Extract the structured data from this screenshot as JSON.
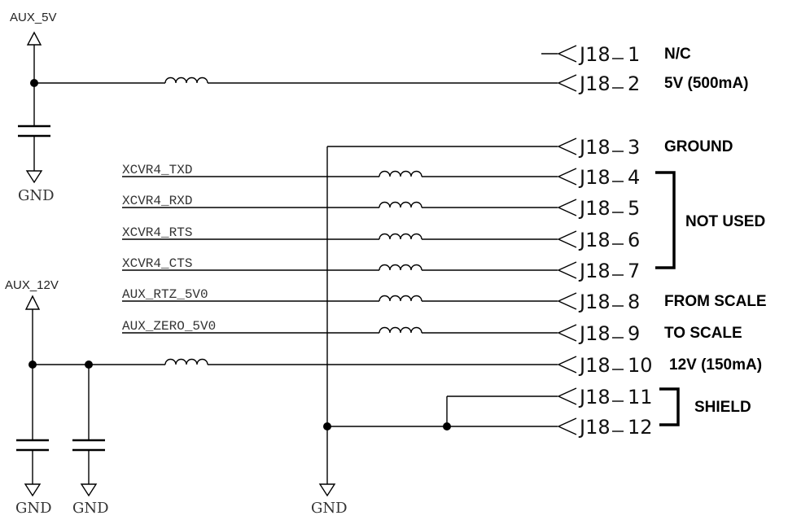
{
  "power_symbols": [
    {
      "label": "AUX_5V"
    },
    {
      "label": "AUX_12V"
    }
  ],
  "grounds": [
    "GND",
    "GND",
    "GND",
    "GND"
  ],
  "signals": [
    {
      "label": "XCVR4_TXD"
    },
    {
      "label": "XCVR4_RXD"
    },
    {
      "label": "XCVR4_RTS"
    },
    {
      "label": "XCVR4_CTS"
    },
    {
      "label": "AUX_RTZ_5V0"
    },
    {
      "label": "AUX_ZERO_5V0"
    }
  ],
  "connector": {
    "ref": "J18",
    "pins": [
      {
        "num": "1",
        "desc": "N/C"
      },
      {
        "num": "2",
        "desc": "5V (500mA)"
      },
      {
        "num": "3",
        "desc": "GROUND"
      },
      {
        "num": "4",
        "desc": ""
      },
      {
        "num": "5",
        "desc": ""
      },
      {
        "num": "6",
        "desc": ""
      },
      {
        "num": "7",
        "desc": ""
      },
      {
        "num": "8",
        "desc": "FROM SCALE"
      },
      {
        "num": "9",
        "desc": "TO SCALE"
      },
      {
        "num": "10",
        "desc": "12V (150mA)"
      },
      {
        "num": "11",
        "desc": ""
      },
      {
        "num": "12",
        "desc": ""
      }
    ]
  },
  "groups": [
    {
      "label": "NOT USED"
    },
    {
      "label": "SHIELD"
    }
  ],
  "colors": {
    "line": "#000000",
    "background": "#ffffff"
  }
}
